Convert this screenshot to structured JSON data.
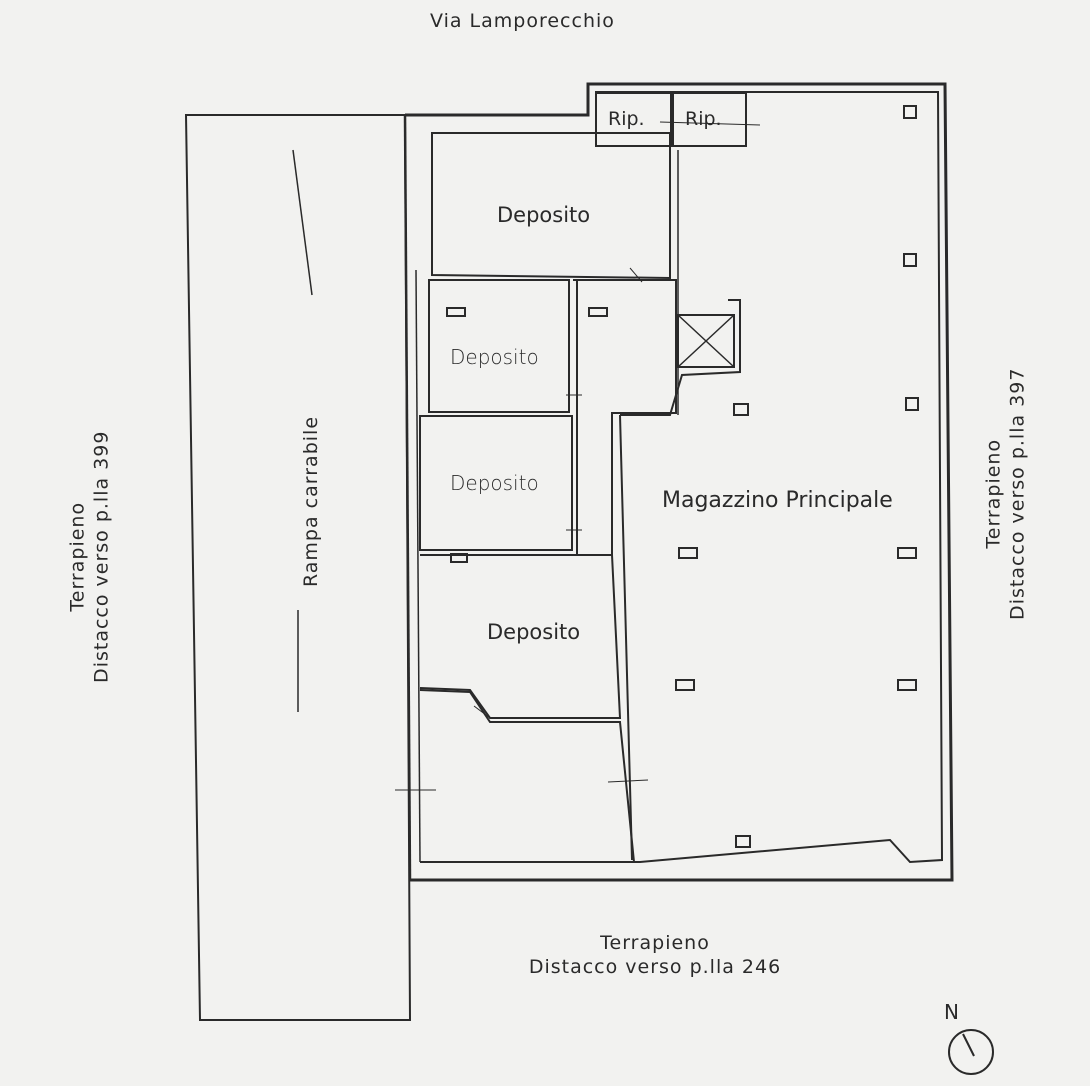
{
  "street": "Via Lamporecchio",
  "rooms": {
    "rip_1": "Rip.",
    "rip_2": "Rip.",
    "deposito_top": "Deposito",
    "deposito_2": "Deposito",
    "deposito_3": "Deposito",
    "deposito_4": "Deposito",
    "magazzino": "Magazzino Principale",
    "ramp": "Rampa carrabile"
  },
  "boundaries": {
    "west": {
      "line1": "Terrapieno",
      "line2": "Distacco verso p.lla 399"
    },
    "east": {
      "line1": "Terrapieno",
      "line2": "Distacco verso p.lla 397"
    },
    "south": {
      "line1": "Terrapieno",
      "line2": "Distacco verso p.lla 246"
    }
  },
  "compass": {
    "label": "N"
  },
  "colors": {
    "ink": "#2a2a2a",
    "paper": "#f2f2f0"
  }
}
